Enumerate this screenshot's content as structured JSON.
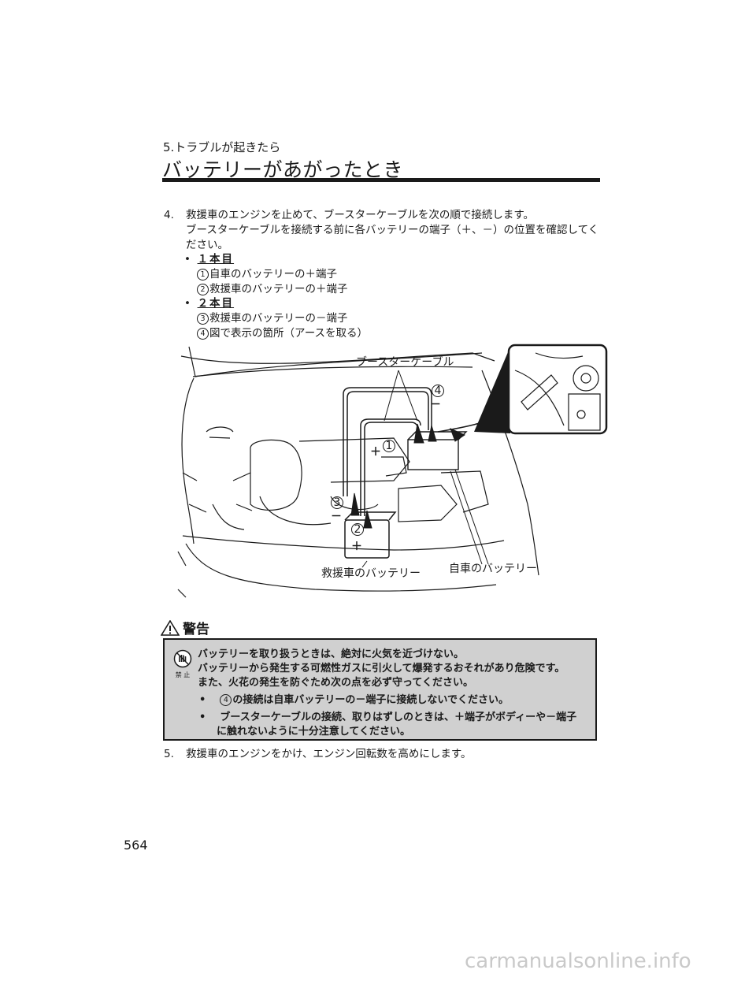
{
  "header": {
    "section": "5.トラブルが起きたら",
    "title": "バッテリーがあがったとき"
  },
  "step4": {
    "num": "4.",
    "line1": "救援車のエンジンを止めて、ブースターケーブルを次の順で接続します。",
    "line2": "ブースターケーブルを接続する前に各バッテリーの端子（＋、－）の位置を確認してく",
    "line3": "ださい。",
    "groups": [
      {
        "bullet": "•",
        "head": "１本目",
        "items": [
          {
            "mark": "1",
            "text": "自車のバッテリーの＋端子"
          },
          {
            "mark": "2",
            "text": "救援車のバッテリーの＋端子"
          }
        ]
      },
      {
        "bullet": "•",
        "head": "２本目",
        "items": [
          {
            "mark": "3",
            "text": "救援車のバッテリーの－端子"
          },
          {
            "mark": "4",
            "text": "図で表示の箇所（アースを取る）"
          }
        ]
      }
    ]
  },
  "figure": {
    "label_cable": "ブースターケーブル",
    "label_rescue": "救援車のバッテリー",
    "label_own": "自車のバッテリー",
    "mark1": "1",
    "mark2": "2",
    "mark3": "3",
    "mark4": "4",
    "plus": "＋",
    "minus": "－"
  },
  "warning": {
    "heading": "警告",
    "icon_caption": "禁 止",
    "line1": "バッテリーを取り扱うときは、絶対に火気を近づけない。",
    "line2": "バッテリーから発生する可燃性ガスに引火して爆発するおそれがあり危険です。",
    "line3": "また、火花の発生を防ぐため次の点を必ず守ってください。",
    "b1_mark": "4",
    "b1_text": "の接続は自車バッテリーの－端子に接続しないでください。",
    "b2_line1": "ブースターケーブルの接続、取りはずしのときは、＋端子がボディーや－端子",
    "b2_line2": "に触れないように十分注意してください。"
  },
  "step5": {
    "num": "5.",
    "text": "救援車のエンジンをかけ、エンジン回転数を高めにします。"
  },
  "page_number": "564",
  "watermark": "carmanualsonline.info"
}
